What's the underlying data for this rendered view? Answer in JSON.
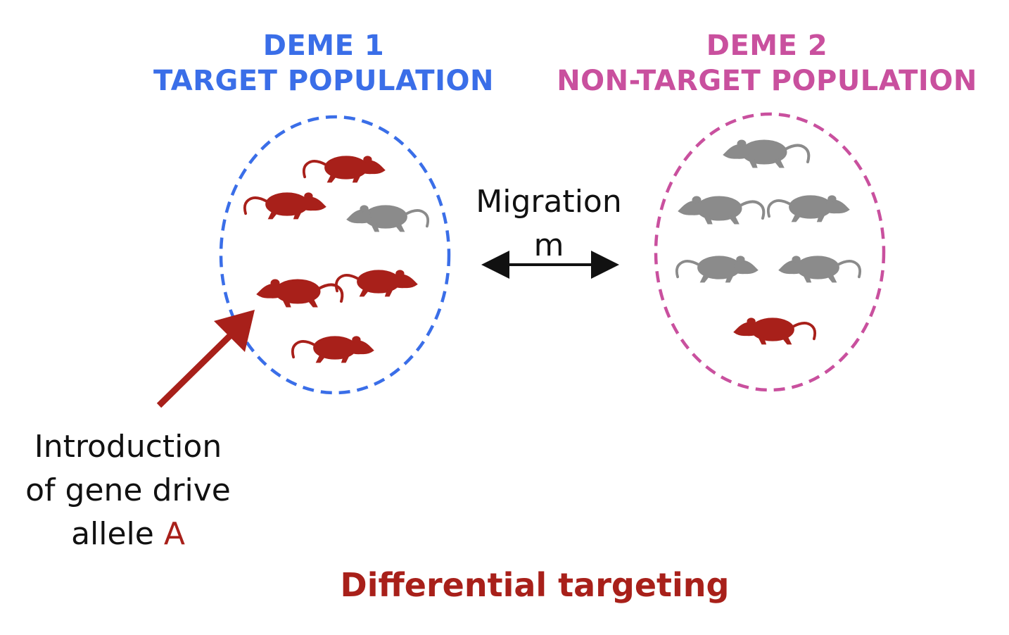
{
  "colors": {
    "deme1": "#3a6ee8",
    "deme2": "#c9509e",
    "drive": "#a8201a",
    "wildtype": "#8b8b8b",
    "text": "#111111"
  },
  "deme1": {
    "line1": "DEME 1",
    "line2": "TARGET POPULATION",
    "rats": [
      "drive",
      "drive",
      "wildtype",
      "drive",
      "drive",
      "drive"
    ]
  },
  "deme2": {
    "line1": "DEME 2",
    "line2": "NON-TARGET POPULATION",
    "rats": [
      "wildtype",
      "wildtype",
      "wildtype",
      "wildtype",
      "wildtype",
      "drive"
    ]
  },
  "migration": {
    "label": "Migration",
    "symbol": "m"
  },
  "introduction": {
    "line1": "Introduction",
    "line2": "of gene drive",
    "line3_prefix": "allele ",
    "allele": "A"
  },
  "footer": {
    "title": "Differential targeting"
  },
  "icons": {
    "rat": "rat-icon",
    "double_arrow": "double-arrow-icon",
    "intro_arrow": "arrow-icon"
  }
}
